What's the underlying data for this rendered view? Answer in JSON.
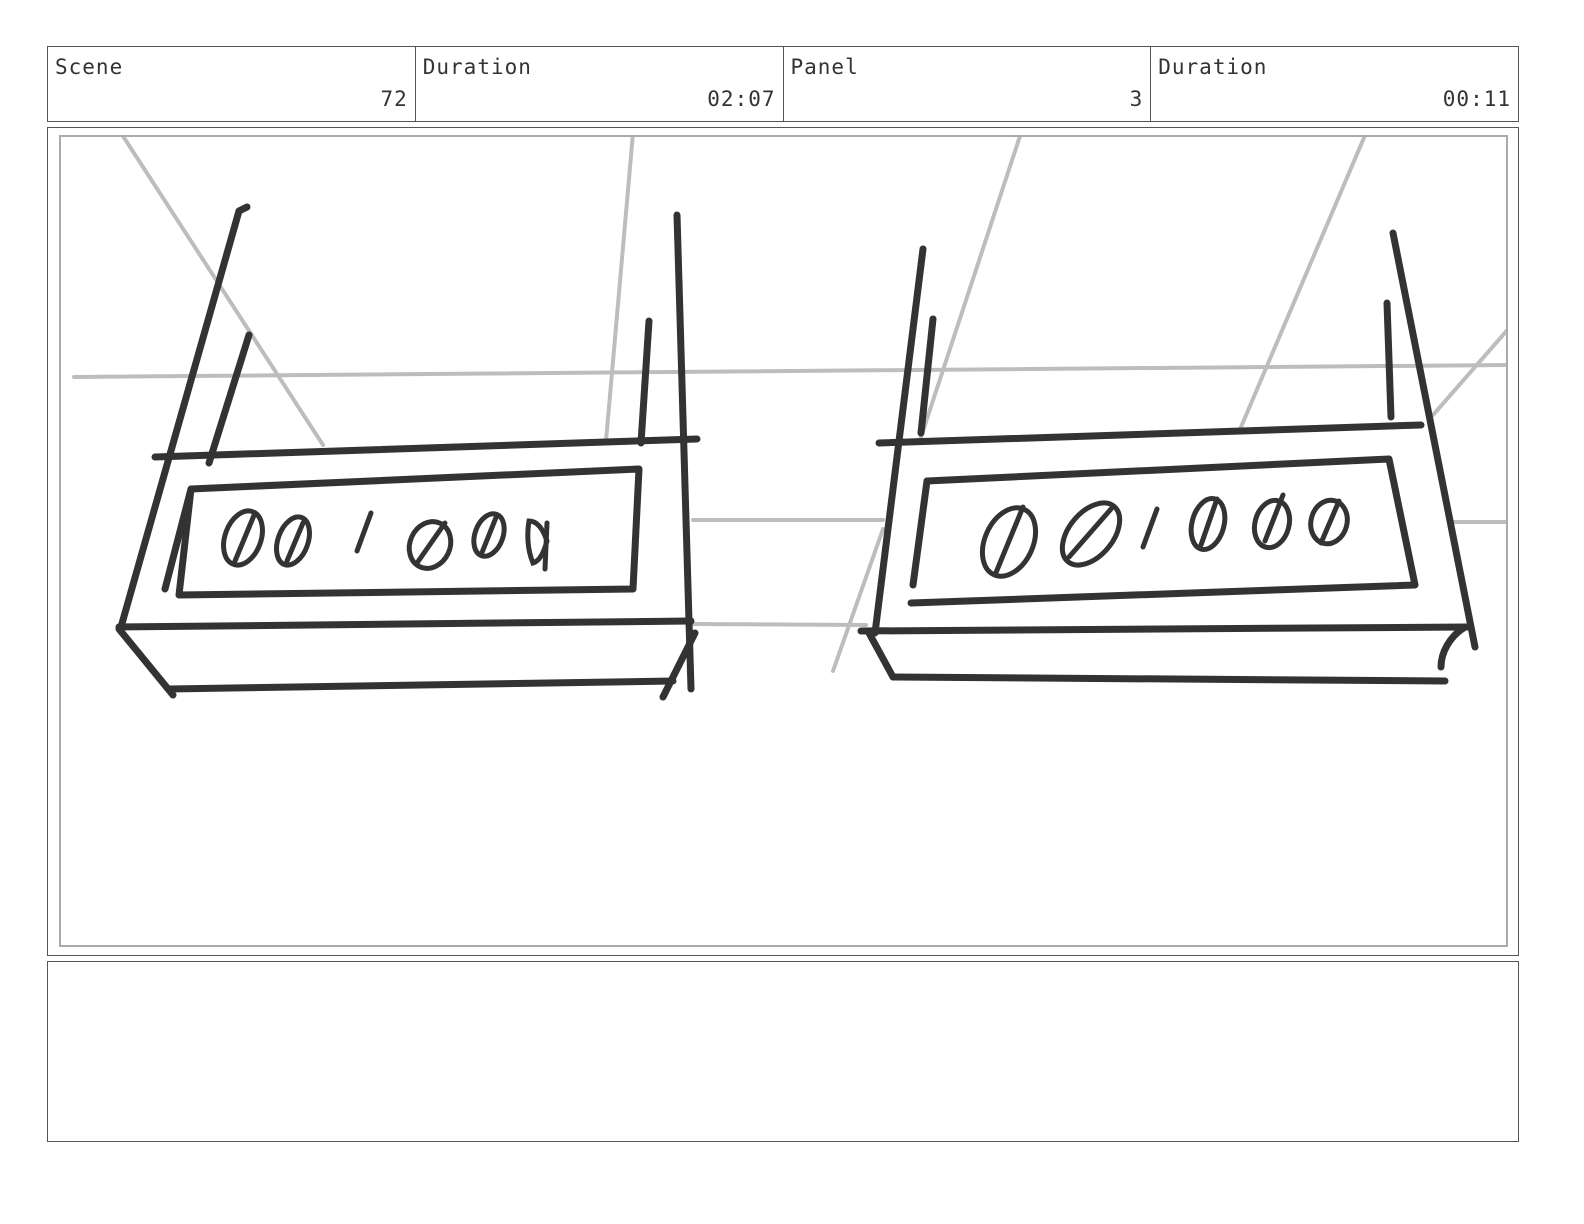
{
  "header": {
    "scene_label": "Scene",
    "scene_value": "72",
    "duration_label": "Duration",
    "duration_value": "02:07",
    "panel_label": "Panel",
    "panel_value": "3",
    "panel_duration_label": "Duration",
    "panel_duration_value": "00:11"
  },
  "notes": {
    "text": ""
  }
}
